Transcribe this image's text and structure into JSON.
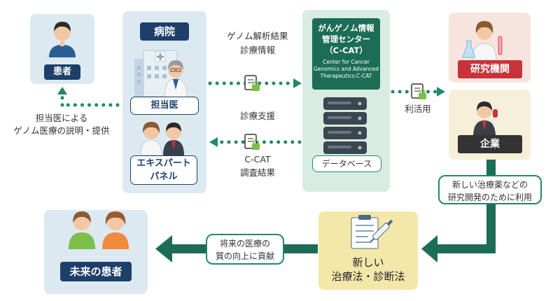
{
  "patient": {
    "label": "患者"
  },
  "hospital": {
    "title": "病院",
    "attending_label": "担当医",
    "expert_panel_label": "エキスパート\nパネル"
  },
  "explain_text": "担当医による\nゲノム医療の説明・提供",
  "flow_top_text": "ゲノム解析結果\n診療情報",
  "flow_support_text": "診療支援",
  "flow_result_text": "C-CAT\n調査結果",
  "ccat": {
    "title_jp": "がんゲノム情報\n管理センター\n（C-CAT）",
    "title_en": "Center for Cancer\nGenomics and Advanced\nTherapeutics:C-CAT",
    "database_label": "データベース"
  },
  "use_text": "利活用",
  "research_label": "研究機関",
  "company_label": "企業",
  "drug_dev_text": "新しい治療薬などの\n研究開発のために利用",
  "new_treatment_text": "新しい\n治療法・診断法",
  "future_text": "将来の医療の\n質の向上に貢献",
  "future_patients_label": "未来の患者",
  "colors": {
    "navy": "#1d3f6a",
    "green": "#22896a",
    "dark_green": "#1c6d55",
    "red": "#c8333a",
    "dark": "#333333"
  }
}
